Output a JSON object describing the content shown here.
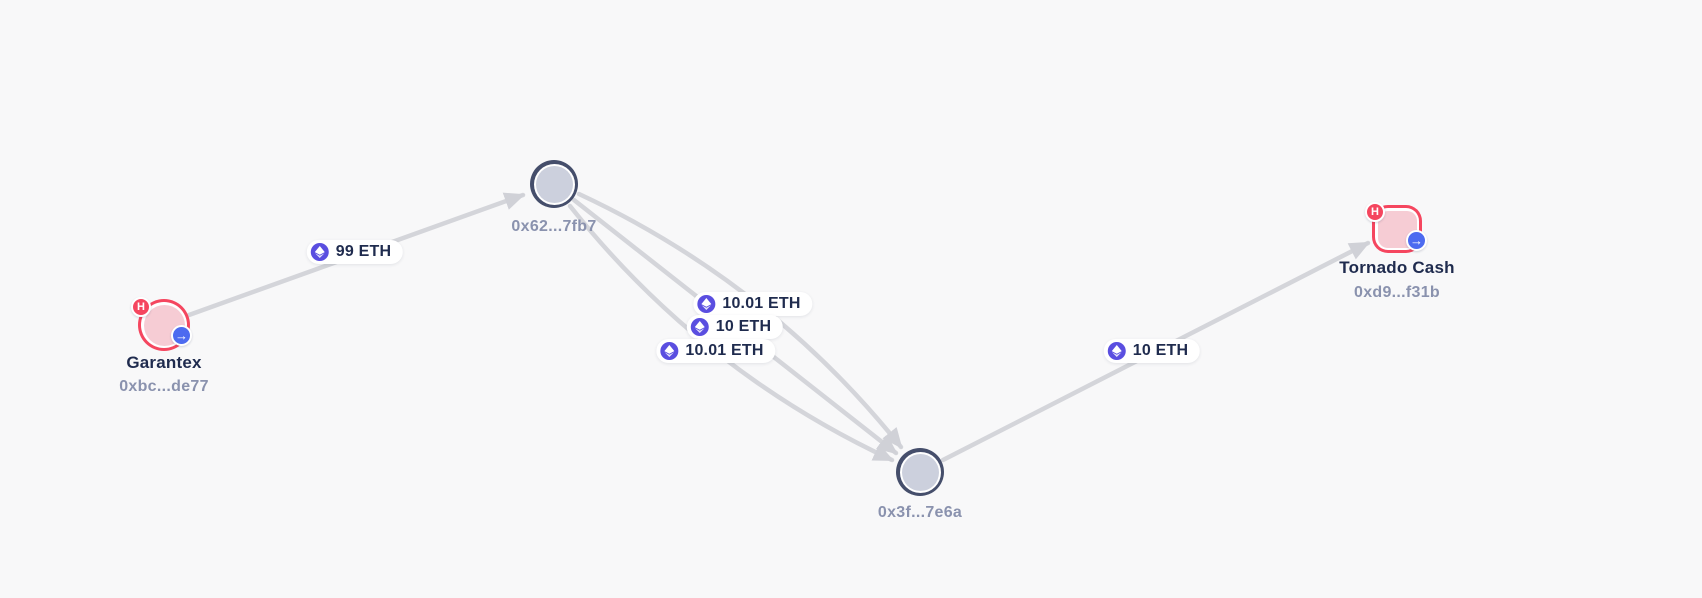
{
  "view": {
    "title": "Blockchain transaction flow graph",
    "background": "#f8f8f9"
  },
  "icons": {
    "high_risk_badge": "H",
    "outflow_arrow_glyph": "→",
    "asset_icon": "eth-icon"
  },
  "graph": {
    "nodes": [
      {
        "id": "garantex",
        "kind": "entity",
        "shape": "circle",
        "risk": "high",
        "label": "Garantex",
        "address": "0xbc...de77"
      },
      {
        "id": "intermediary-1",
        "kind": "address",
        "shape": "circle",
        "risk": "unknown",
        "label": "",
        "address": "0x62...7fb7"
      },
      {
        "id": "intermediary-2",
        "kind": "address",
        "shape": "circle",
        "risk": "unknown",
        "label": "",
        "address": "0x3f...7e6a"
      },
      {
        "id": "tornado-cash",
        "kind": "entity",
        "shape": "rounded-square",
        "risk": "high",
        "label": "Tornado Cash",
        "address": "0xd9...f31b"
      }
    ],
    "edges": [
      {
        "from": "Garantex",
        "to": "0x62...7fb7",
        "amount": "99 ETH",
        "asset": "ETH"
      },
      {
        "from": "0x62...7fb7",
        "to": "0x3f...7e6a",
        "amount": "10.01 ETH",
        "asset": "ETH"
      },
      {
        "from": "0x62...7fb7",
        "to": "0x3f...7e6a",
        "amount": "10 ETH",
        "asset": "ETH"
      },
      {
        "from": "0x62...7fb7",
        "to": "0x3f...7e6a",
        "amount": "10.01 ETH",
        "asset": "ETH"
      },
      {
        "from": "0x3f...7e6a",
        "to": "Tornado Cash",
        "amount": "10 ETH",
        "asset": "ETH"
      }
    ]
  },
  "colors": {
    "risk_red": "#f5465f",
    "risk_fill_pink": "#f6ccd4",
    "node_border": "#454e6b",
    "node_fill": "#ccd0dd",
    "edge_gray": "#d4d5da",
    "eth_icon_indigo": "#5a4ee0",
    "outflow_badge_blue": "#4d6bf0",
    "label_navy": "#1f2b4e",
    "address_gray": "#8a92ae"
  }
}
